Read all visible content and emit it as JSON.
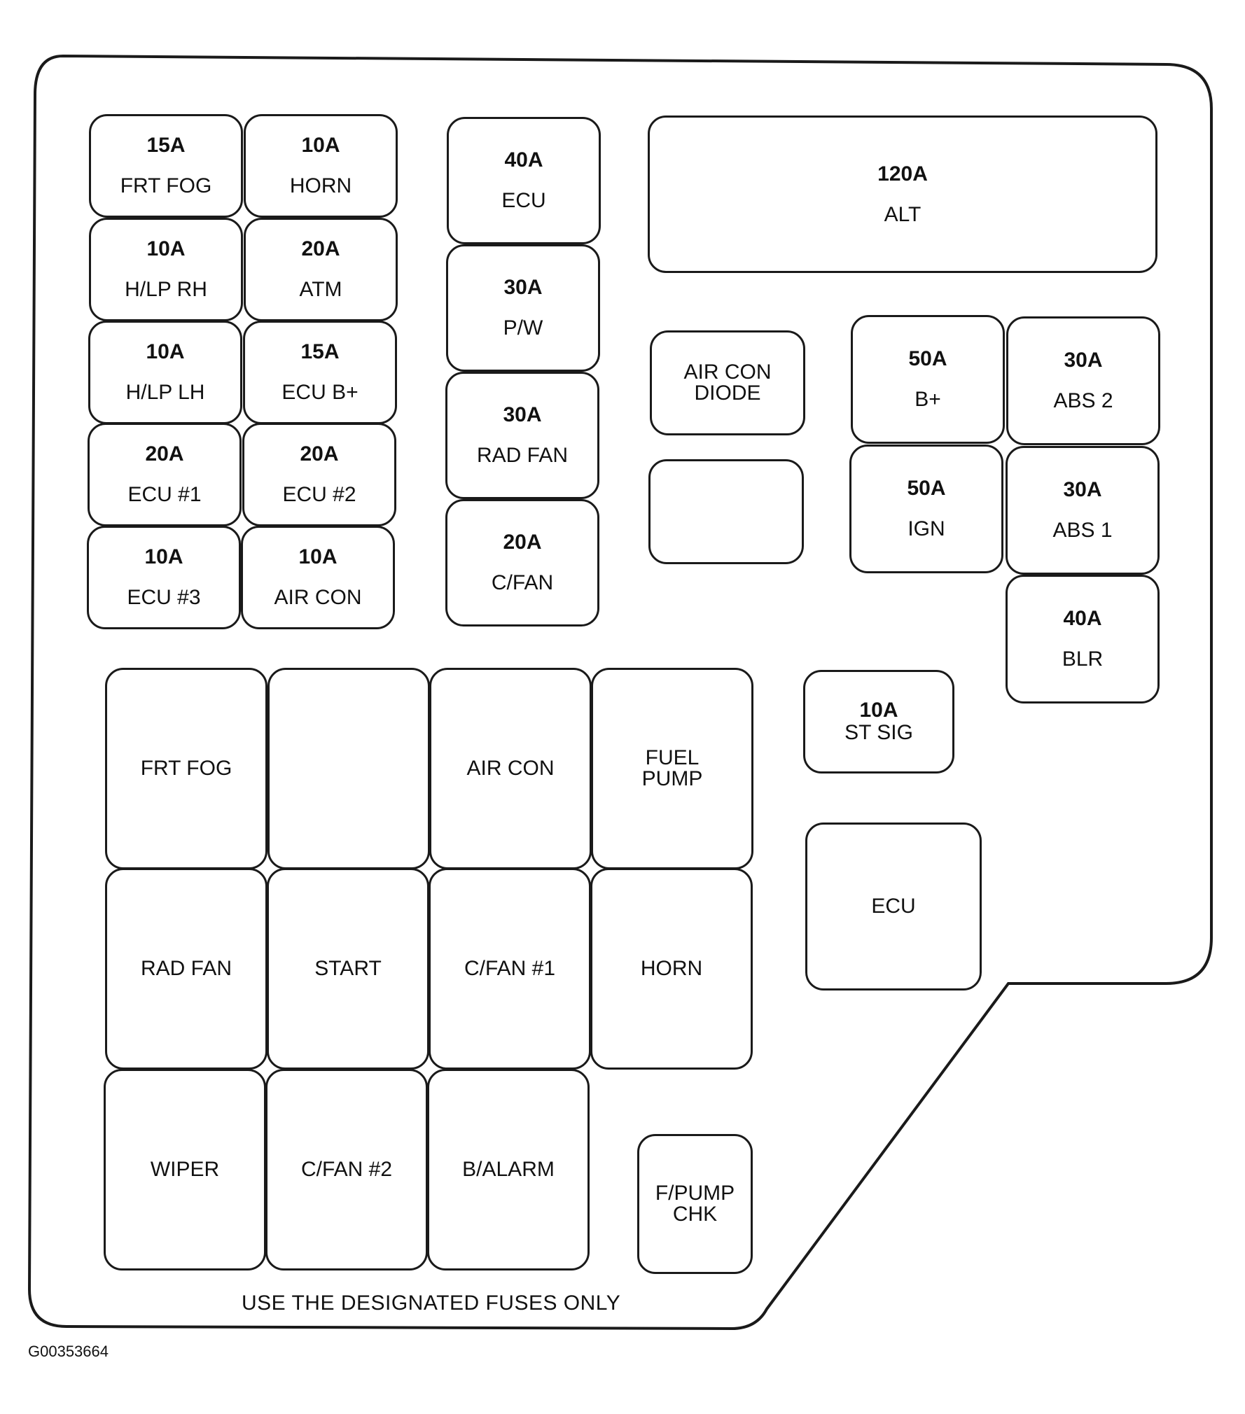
{
  "fuses": [
    {
      "id": "frt-fog-fuse",
      "amp": "15A",
      "label": "FRT FOG"
    },
    {
      "id": "horn-fuse",
      "amp": "10A",
      "label": "HORN"
    },
    {
      "id": "hlp-rh-fuse",
      "amp": "10A",
      "label": "H/LP RH"
    },
    {
      "id": "atm-fuse",
      "amp": "20A",
      "label": "ATM"
    },
    {
      "id": "hlp-lh-fuse",
      "amp": "10A",
      "label": "H/LP LH"
    },
    {
      "id": "ecu-bplus-fuse",
      "amp": "15A",
      "label": "ECU B+"
    },
    {
      "id": "ecu1-fuse",
      "amp": "20A",
      "label": "ECU #1"
    },
    {
      "id": "ecu2-fuse",
      "amp": "20A",
      "label": "ECU #2"
    },
    {
      "id": "ecu3-fuse",
      "amp": "10A",
      "label": "ECU #3"
    },
    {
      "id": "air-con-fuse",
      "amp": "10A",
      "label": "AIR CON"
    },
    {
      "id": "ecu-fusible-link",
      "amp": "40A",
      "label": "ECU"
    },
    {
      "id": "pw-fusible-link",
      "amp": "30A",
      "label": "P/W"
    },
    {
      "id": "rad-fan-fusible-link",
      "amp": "30A",
      "label": "RAD FAN"
    },
    {
      "id": "cfan-fusible-link",
      "amp": "20A",
      "label": "C/FAN"
    },
    {
      "id": "alt-fusible-link",
      "amp": "120A",
      "label": "ALT"
    },
    {
      "id": "air-con-diode",
      "amp": "",
      "label": "AIR CON\nDIODE"
    },
    {
      "id": "empty-slot",
      "amp": "",
      "label": ""
    },
    {
      "id": "bplus-fusible-link",
      "amp": "50A",
      "label": "B+"
    },
    {
      "id": "abs2-fusible-link",
      "amp": "30A",
      "label": "ABS 2"
    },
    {
      "id": "ign-fusible-link",
      "amp": "50A",
      "label": "IGN"
    },
    {
      "id": "abs1-fusible-link",
      "amp": "30A",
      "label": "ABS 1"
    },
    {
      "id": "blr-fusible-link",
      "amp": "40A",
      "label": "BLR"
    },
    {
      "id": "st-sig-fuse",
      "amp": "10A",
      "label": "ST SIG"
    }
  ],
  "relays": [
    {
      "id": "frt-fog-relay",
      "label": "FRT FOG"
    },
    {
      "id": "empty-relay-slot",
      "label": ""
    },
    {
      "id": "air-con-relay",
      "label": "AIR CON"
    },
    {
      "id": "fuel-pump-relay",
      "label": "FUEL\nPUMP"
    },
    {
      "id": "rad-fan-relay",
      "label": "RAD FAN"
    },
    {
      "id": "start-relay",
      "label": "START"
    },
    {
      "id": "cfan1-relay",
      "label": "C/FAN #1"
    },
    {
      "id": "horn-relay",
      "label": "HORN"
    },
    {
      "id": "wiper-relay",
      "label": "WIPER"
    },
    {
      "id": "cfan2-relay",
      "label": "C/FAN #2"
    },
    {
      "id": "balarm-relay",
      "label": "B/ALARM"
    },
    {
      "id": "fpump-chk-connector",
      "label": "F/PUMP\nCHK"
    },
    {
      "id": "ecu-relay",
      "label": "ECU"
    }
  ],
  "note": "USE THE DESIGNATED FUSES ONLY",
  "figure_code": "G00353664"
}
